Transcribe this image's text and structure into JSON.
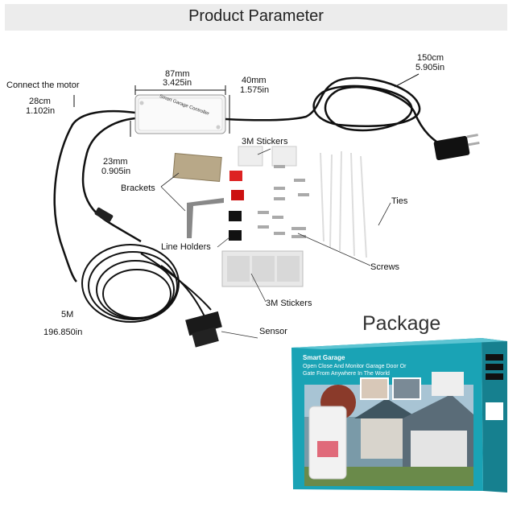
{
  "header": {
    "title": "Product Parameter"
  },
  "labels": {
    "connect_motor": "Connect the motor",
    "cable1_cm": "28cm",
    "cable1_in": "1.102in",
    "width_mm": "87mm",
    "width_in": "3.425in",
    "depth_mm": "40mm",
    "depth_in": "1.575in",
    "plug_cm": "150cm",
    "plug_in": "5.905in",
    "height_mm": "23mm",
    "height_in": "0.905in",
    "stickers_top": "3M Stickers",
    "brackets": "Brackets",
    "ties": "Ties",
    "line_holders": "Line Holders",
    "screws": "Screws",
    "stickers_bottom": "3M Stickers",
    "sensor_len": "5M",
    "sensor_in": "196.850in",
    "sensor": "Sensor"
  },
  "device": {
    "label": "Smart Garage Controller"
  },
  "package": {
    "title": "Package",
    "box_brand": "Smart Garage",
    "box_tagline_1": "Open Close And Monitor Garage Door Or",
    "box_tagline_2": "Gate From Anywhere In The World"
  }
}
